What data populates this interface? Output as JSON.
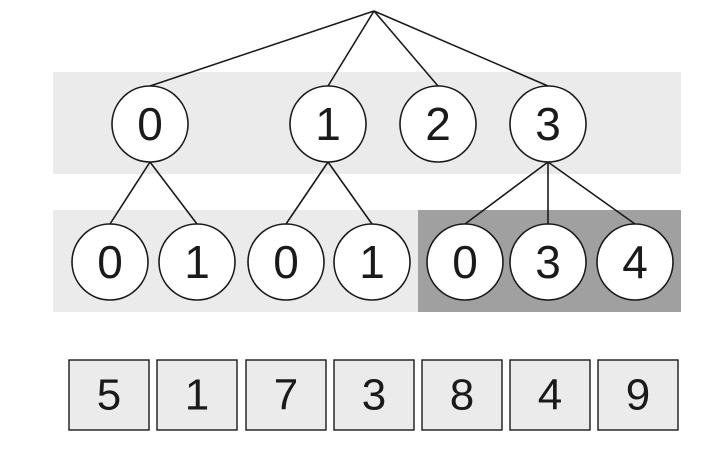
{
  "tree": {
    "level1": [
      "0",
      "1",
      "2",
      "3"
    ],
    "level2": [
      "0",
      "1",
      "0",
      "1",
      "0",
      "3",
      "4"
    ]
  },
  "array": [
    "5",
    "1",
    "7",
    "3",
    "8",
    "4",
    "9"
  ]
}
